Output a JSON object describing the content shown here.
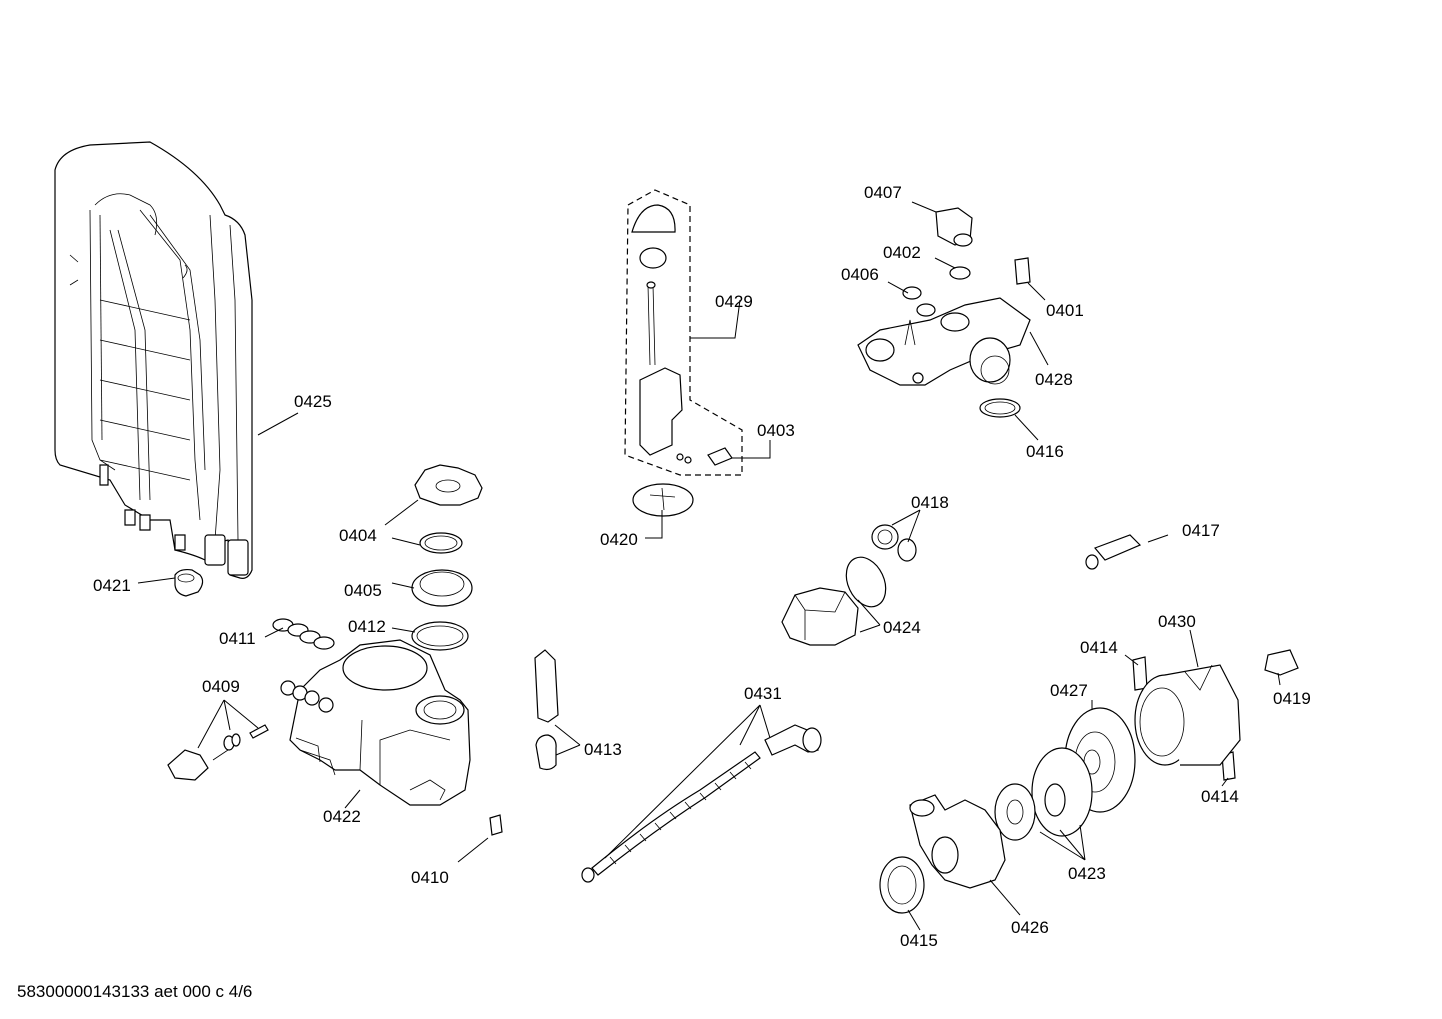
{
  "diagram": {
    "footer": "58300000143133 aet 000 c 4/6",
    "labels": {
      "p0401": "0401",
      "p0402": "0402",
      "p0403": "0403",
      "p0404": "0404",
      "p0405": "0405",
      "p0406": "0406",
      "p0407": "0407",
      "p0409": "0409",
      "p0410": "0410",
      "p0411": "0411",
      "p0412": "0412",
      "p0413": "0413",
      "p0414a": "0414",
      "p0414b": "0414",
      "p0415": "0415",
      "p0416": "0416",
      "p0417": "0417",
      "p0418": "0418",
      "p0419": "0419",
      "p0420": "0420",
      "p0421": "0421",
      "p0422": "0422",
      "p0423": "0423",
      "p0424": "0424",
      "p0425": "0425",
      "p0426": "0426",
      "p0427": "0427",
      "p0428": "0428",
      "p0429": "0429",
      "p0430": "0430",
      "p0431": "0431"
    }
  }
}
